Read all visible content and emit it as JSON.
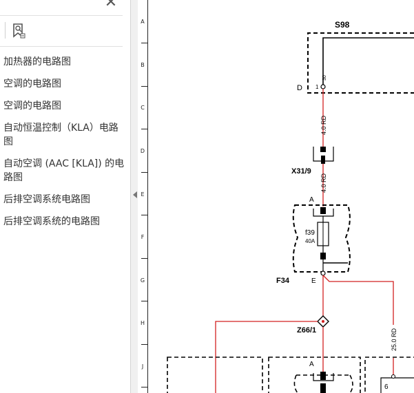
{
  "sidebar": {
    "items": [
      {
        "label": "加热器的电路图"
      },
      {
        "label": "空调的电路图"
      },
      {
        "label": "空调的电路图"
      },
      {
        "label": "自动恒温控制（KLA）电路图"
      },
      {
        "label": "自动空调 (AAC [KLA]) 的电路图"
      },
      {
        "label": "后排空调系统电路图"
      },
      {
        "label": "后排空调系统的电路图"
      }
    ]
  },
  "ruler": {
    "labels": [
      "A",
      "B",
      "C",
      "D",
      "E",
      "F",
      "G",
      "H",
      "J"
    ]
  },
  "schematic": {
    "s98": "S98",
    "s98_pin_30": "30",
    "s98_pin_1": "1",
    "s98_d": "D",
    "wire1": "4.0 RD",
    "x31": "X31/9",
    "wire2": "4.0 RD",
    "a_top": "A",
    "fuse_id": "f39",
    "fuse_rating": "40A",
    "f34": "F34",
    "e_label": "E",
    "z66": "Z66/1",
    "wire3": "25.0 RD",
    "a_bottom": "A",
    "pin6": "6"
  },
  "colors": {
    "wire": "#d22020",
    "line": "#000000"
  }
}
